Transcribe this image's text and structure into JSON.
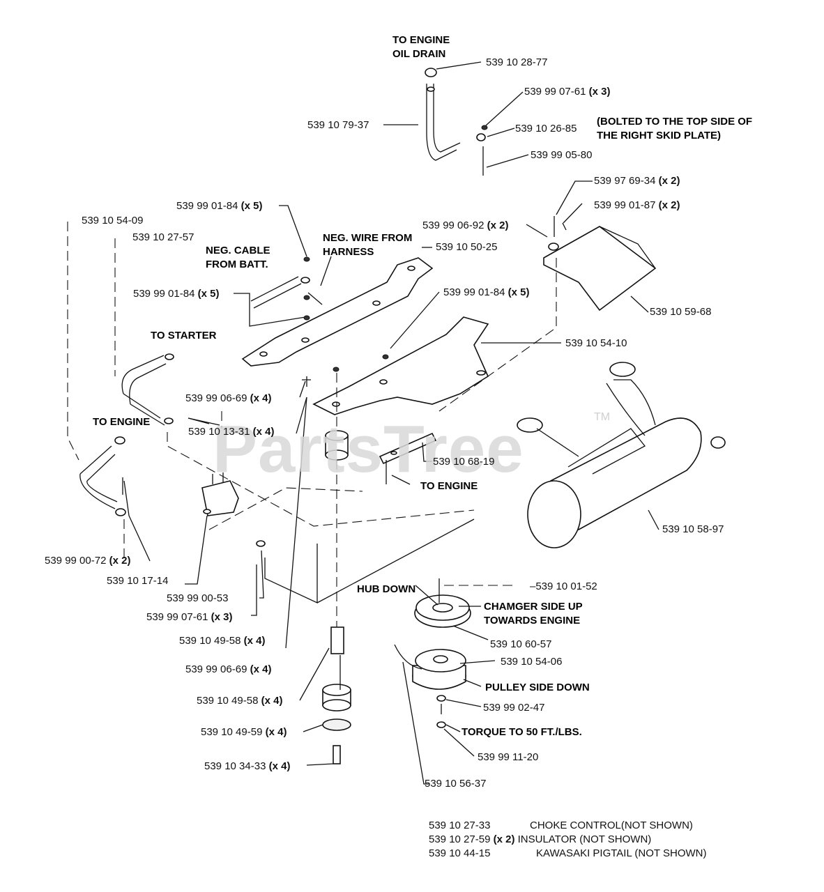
{
  "watermark": {
    "text": "PartsTree",
    "tm": "TM"
  },
  "notes": {
    "oil_drain": "TO ENGINE OIL DRAIN",
    "bolted": "(BOLTED TO THE TOP SIDE OF THE RIGHT SKID PLATE)",
    "neg_cable": "NEG. CABLE FROM BATT.",
    "neg_wire": "NEG. WIRE FROM HARNESS",
    "to_starter": "TO STARTER",
    "to_engine_left": "TO ENGINE",
    "to_engine_mid": "TO ENGINE",
    "hub_down": "HUB DOWN",
    "chamger": "CHAMGER SIDE UP TOWARDS ENGINE",
    "pulley_down": "PULLEY SIDE DOWN",
    "torque": "TORQUE TO 50 FT./LBS."
  },
  "parts": {
    "p_28_77": {
      "num": "539 10 28-77",
      "qty": ""
    },
    "p_07_61a": {
      "num": "539 99 07-61",
      "qty": "(x 3)"
    },
    "p_79_37": {
      "num": "539 10 79-37",
      "qty": ""
    },
    "p_26_85": {
      "num": "539 10 26-85",
      "qty": ""
    },
    "p_05_80": {
      "num": "539 99 05-80",
      "qty": ""
    },
    "p_69_34": {
      "num": "539 97 69-34",
      "qty": "(x 2)"
    },
    "p_01_87": {
      "num": "539 99 01-87",
      "qty": "(x 2)"
    },
    "p_06_92": {
      "num": "539 99 06-92",
      "qty": "(x 2)"
    },
    "p_01_84a": {
      "num": "539 99 01-84",
      "qty": "(x 5)"
    },
    "p_54_09": {
      "num": "539 10 54-09",
      "qty": ""
    },
    "p_27_57": {
      "num": "539 10 27-57",
      "qty": ""
    },
    "p_50_25": {
      "num": "539 10 50-25",
      "qty": ""
    },
    "p_01_84b": {
      "num": "539 99 01-84",
      "qty": "(x 5)"
    },
    "p_01_84c": {
      "num": "539 99 01-84",
      "qty": "(x 5)"
    },
    "p_59_68": {
      "num": "539 10 59-68",
      "qty": ""
    },
    "p_54_10": {
      "num": "539 10 54-10",
      "qty": ""
    },
    "p_06_69a": {
      "num": "539 99 06-69",
      "qty": "(x 4)"
    },
    "p_13_31": {
      "num": "539 10 13-31",
      "qty": "(x 4)"
    },
    "p_68_19": {
      "num": "539 10 68-19",
      "qty": ""
    },
    "p_58_97": {
      "num": "539 10 58-97",
      "qty": ""
    },
    "p_00_72": {
      "num": "539 99 00-72",
      "qty": "(x 2)"
    },
    "p_17_14": {
      "num": "539 10 17-14",
      "qty": ""
    },
    "p_00_53": {
      "num": "539 99 00-53",
      "qty": ""
    },
    "p_07_61b": {
      "num": "539 99 07-61",
      "qty": "(x 3)"
    },
    "p_01_52": {
      "num": "539 10 01-52",
      "qty": ""
    },
    "p_60_57": {
      "num": "539 10 60-57",
      "qty": ""
    },
    "p_49_58a": {
      "num": "539 10 49-58",
      "qty": "(x 4)"
    },
    "p_54_06": {
      "num": "539 10 54-06",
      "qty": ""
    },
    "p_06_69b": {
      "num": "539 99 06-69",
      "qty": "(x 4)"
    },
    "p_49_58b": {
      "num": "539 10 49-58",
      "qty": "(x 4)"
    },
    "p_02_47": {
      "num": "539 99 02-47",
      "qty": ""
    },
    "p_49_59": {
      "num": "539 10 49-59",
      "qty": "(x 4)"
    },
    "p_11_20": {
      "num": "539 99 11-20",
      "qty": ""
    },
    "p_34_33": {
      "num": "539 10 34-33",
      "qty": "(x 4)"
    },
    "p_56_37": {
      "num": "539 10 56-37",
      "qty": ""
    }
  },
  "footer": [
    {
      "num": "539 10 27-33",
      "qty": "",
      "desc": "CHOKE CONTROL(NOT SHOWN)"
    },
    {
      "num": "539 10 27-59",
      "qty": "(x 2)",
      "desc": "INSULATOR (NOT SHOWN)"
    },
    {
      "num": "539 10 44-15",
      "qty": "",
      "desc": "KAWASAKI PIGTAIL (NOT SHOWN)"
    }
  ]
}
